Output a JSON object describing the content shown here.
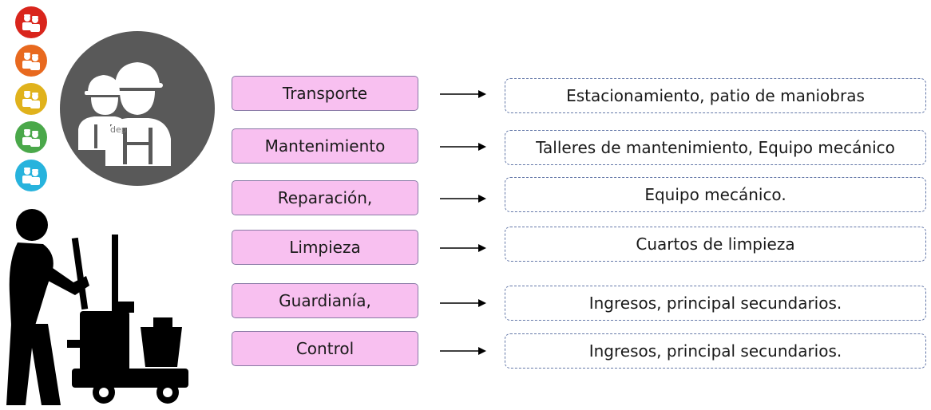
{
  "watermark_text": "dep",
  "rows": [
    {
      "label": "Transporte",
      "description": "Estacionamiento, patio de maniobras"
    },
    {
      "label": "Mantenimiento",
      "description": "Talleres de mantenimiento, Equipo mecánico"
    },
    {
      "label": "Reparación,",
      "description": "Equipo mecánico."
    },
    {
      "label": "Limpieza",
      "description": "Cuartos de limpieza"
    },
    {
      "label": "Guardianía,",
      "description": "Ingresos, principal secundarios."
    },
    {
      "label": "Control",
      "description": "Ingresos, principal secundarios."
    }
  ],
  "icon_colors": [
    "#d9251c",
    "#e8691f",
    "#e0b21c",
    "#4aa84a",
    "#27b3dd"
  ],
  "colors": {
    "label_fill": "#f8c0f0",
    "label_border": "#8a7aa6",
    "desc_border": "#6478a8",
    "big_icon_bg": "#595959"
  }
}
